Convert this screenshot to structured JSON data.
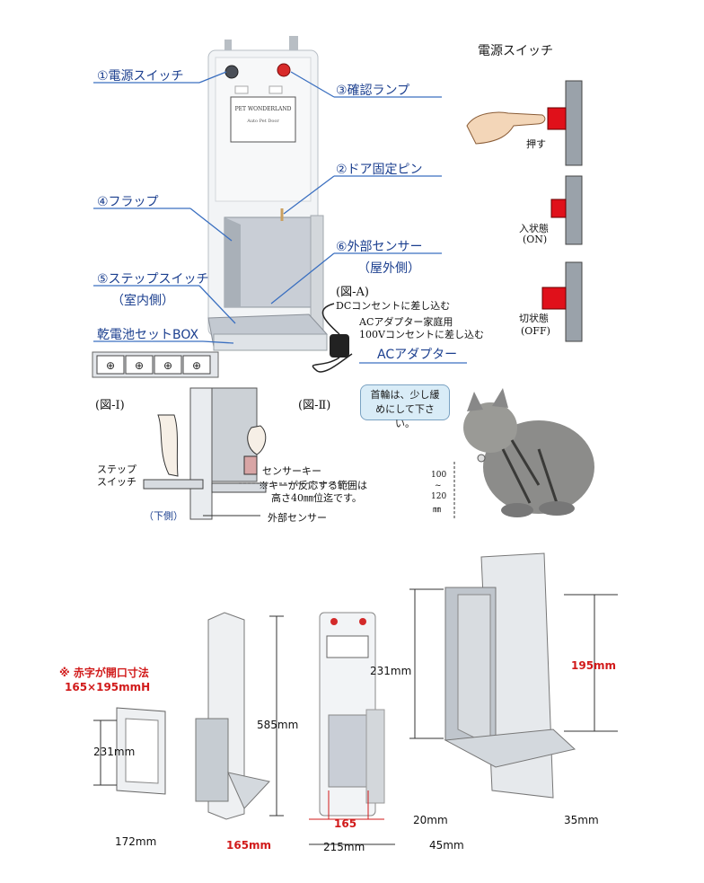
{
  "labels": {
    "power_switch": "①電源スイッチ",
    "confirm_lamp": "③確認ランプ",
    "door_pin": "②ドア固定ピン",
    "flap": "④フラップ",
    "outer_sensor": "⑥外部センサー",
    "outer_side": "（屋外側）",
    "step_switch": "⑤ステップスイッチ",
    "inner_side": "（室内側）",
    "battery_box": "乾電池セットBOX",
    "ac_adapter": "ACアダプター"
  },
  "fig_a": {
    "title": "(図-A)",
    "dc": "DCコンセントに差し込む",
    "adapter_line1": "ACアダプター家庭用",
    "adapter_line2": "100Vコンセントに差し込む"
  },
  "power_panel": {
    "title": "電源スイッチ",
    "push": "押す",
    "on_state": "入状態",
    "on_en": "(ON)",
    "off_state": "切状態",
    "off_en": "(OFF)"
  },
  "fig_1": {
    "title": "(図-Ⅰ)",
    "step_label_1": "ステップ",
    "step_label_2": "スイッチ",
    "lower": "（下側）"
  },
  "fig_2": {
    "title": "(図-Ⅱ)",
    "sensor_key": "センサーキー",
    "note_1": "※キーが反応する範囲は",
    "note_2": "高さ40㎜位迄です。",
    "outer_sensor": "外部センサー"
  },
  "cat": {
    "bubble": "首輪は、少し緩めにして下さい。",
    "h1": "100",
    "tilde": "~",
    "h2": "120",
    "unit": "㎜"
  },
  "bottom": {
    "note": "※ 赤字が開口寸法",
    "size": "165×195mmH",
    "d_231a": "231mm",
    "d_172": "172mm",
    "d_585": "585mm",
    "d_165a": "165mm",
    "d_165b": "165",
    "d_215": "215mm",
    "d_231b": "231mm",
    "d_195": "195mm",
    "d_20": "20mm",
    "d_35": "35mm",
    "d_45": "45mm"
  },
  "plate_text": {
    "line1": "PET WONDERLAND",
    "line2": "Auto Pet Door"
  },
  "colors": {
    "label_blue": "#1b3f8f",
    "line_blue": "#3a6fc0",
    "red": "#d11a1a",
    "device": "#eef0f2",
    "device_shadow": "#c9ced3"
  }
}
